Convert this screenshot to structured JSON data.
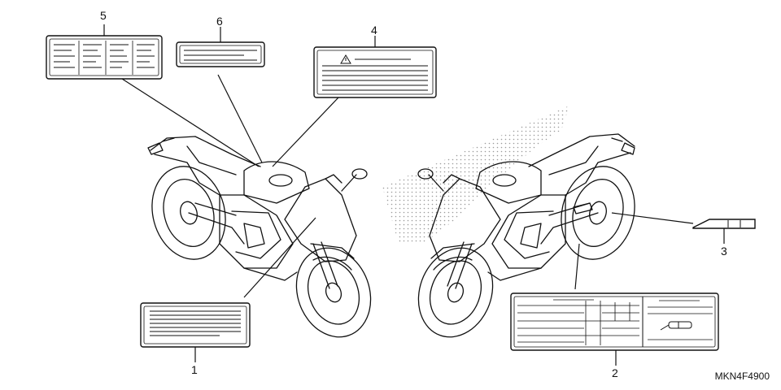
{
  "callouts": {
    "c1": "1",
    "c2": "2",
    "c3": "3",
    "c4": "4",
    "c5": "5",
    "c6": "6"
  },
  "diagram_code": "MKN4F4900",
  "labels": {
    "l1": "label-caution",
    "l2": "label-emission-tire-info",
    "l3": "label-color",
    "l4": "label-warning",
    "l5": "label-specification",
    "l6": "label-fuel"
  },
  "colors": {
    "ink": "#111111",
    "paper": "#ffffff",
    "stipple": "#9a9a9a"
  }
}
